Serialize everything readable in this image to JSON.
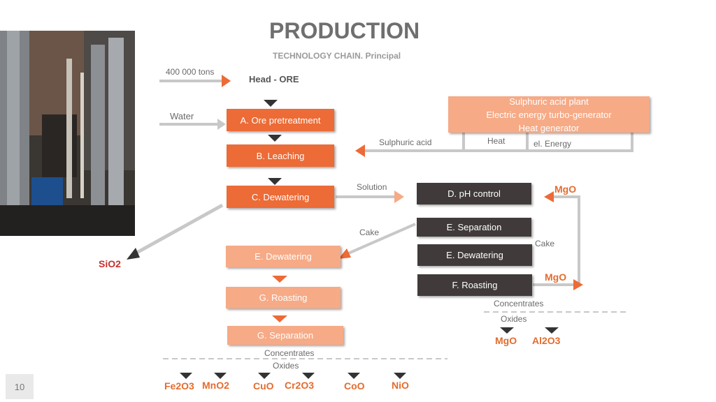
{
  "title": "PRODUCTION",
  "subtitle": "TECHNOLOGY CHAIN. Principal",
  "page_number": "10",
  "inputs": {
    "tons": "400 000 tons",
    "head_ore": "Head - ORE",
    "water": "Water"
  },
  "steps": {
    "ore_pretreatment": "A. Ore pretreatment",
    "leaching": "B. Leaching",
    "dewatering_c": "C. Dewatering",
    "dewatering_e_left": "E. Dewatering",
    "roasting_g": "G. Roasting",
    "separation_g": "G. Separation",
    "ph_control": "D. pH control",
    "separation_e": "E. Separation",
    "dewatering_e_right": "E. Dewatering",
    "roasting_f": "F. Roasting"
  },
  "plant": {
    "lines": [
      "Sulphuric acid plant",
      "Electric energy turbo-generator",
      "Heat generator"
    ],
    "outputs": {
      "sulphuric_acid": "Sulphuric acid",
      "heat": "Heat",
      "el_energy": "el. Energy"
    }
  },
  "flows": {
    "solution": "Solution",
    "cake_left": "Cake",
    "cake_right": "Cake"
  },
  "right_products": {
    "mgo_top": "MgO",
    "mgo_mid": "MgO",
    "concentrates": "Concentrates",
    "oxides": "Oxides",
    "items": [
      "MgO",
      "Al2O3"
    ]
  },
  "left_products": {
    "sio2": "SiO2",
    "concentrates": "Concentrates",
    "oxides": "Oxides",
    "items": [
      "Fe2O3",
      "MnO2",
      "CuO",
      "Cr2O3",
      "CoO",
      "NiO"
    ]
  },
  "colors": {
    "orange": "#ec6b36",
    "light_orange": "#f6aa86",
    "dark": "#403b3a",
    "arrow_gray": "#c8c8c8"
  }
}
